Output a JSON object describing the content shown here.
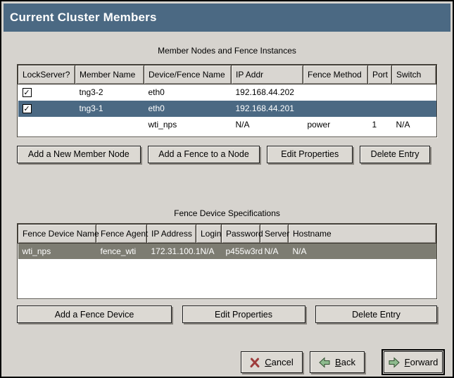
{
  "window": {
    "title": "Current Cluster Members"
  },
  "colors": {
    "titlebar": "#4b6983",
    "selection_focused": "#4b6983",
    "selection_unfocused": "#7d7c72",
    "dialog_background": "#d6d3ce",
    "cancel_icon_red": "#9e3c3c",
    "nav_arrow_green": "#8fbc8f"
  },
  "members": {
    "label": "Member Nodes and Fence Instances",
    "columns": [
      "LockServer?",
      "Member Name",
      "Device/Fence Name",
      "IP Addr",
      "Fence Method",
      "Port",
      "Switch"
    ],
    "rows": [
      {
        "lock_glyph": "✓",
        "member": "tng3-2",
        "device": "eth0",
        "ip": "192.168.44.202",
        "method": "",
        "port": "",
        "switch": ""
      },
      {
        "lock_glyph": "✓",
        "member": "tng3-1",
        "device": "eth0",
        "ip": "192.168.44.201",
        "method": "",
        "port": "",
        "switch": ""
      },
      {
        "member": "",
        "device": "wti_nps",
        "ip": "N/A",
        "method": "power",
        "port": "1",
        "switch": "N/A"
      }
    ],
    "buttons": [
      "Add a New Member Node",
      "Add a Fence to a Node",
      "Edit Properties",
      "Delete Entry"
    ]
  },
  "fence": {
    "label": "Fence Device Specifications",
    "columns": [
      "Fence Device Name",
      "Fence Agent",
      "IP Address",
      "Login",
      "Password",
      "Server",
      "Hostname"
    ],
    "rows": [
      {
        "name": "wti_nps",
        "agent": "fence_wti",
        "ip": "172.31.100.1",
        "login": "N/A",
        "password": "p455w3rd",
        "server": "N/A",
        "hostname": "N/A"
      }
    ],
    "buttons": [
      "Add a Fence Device",
      "Edit Properties",
      "Delete Entry"
    ]
  },
  "footer": {
    "cancel": {
      "mn": "C",
      "rest": "ancel"
    },
    "back": {
      "mn": "B",
      "rest": "ack"
    },
    "forward": {
      "mn": "F",
      "rest": "orward"
    }
  }
}
